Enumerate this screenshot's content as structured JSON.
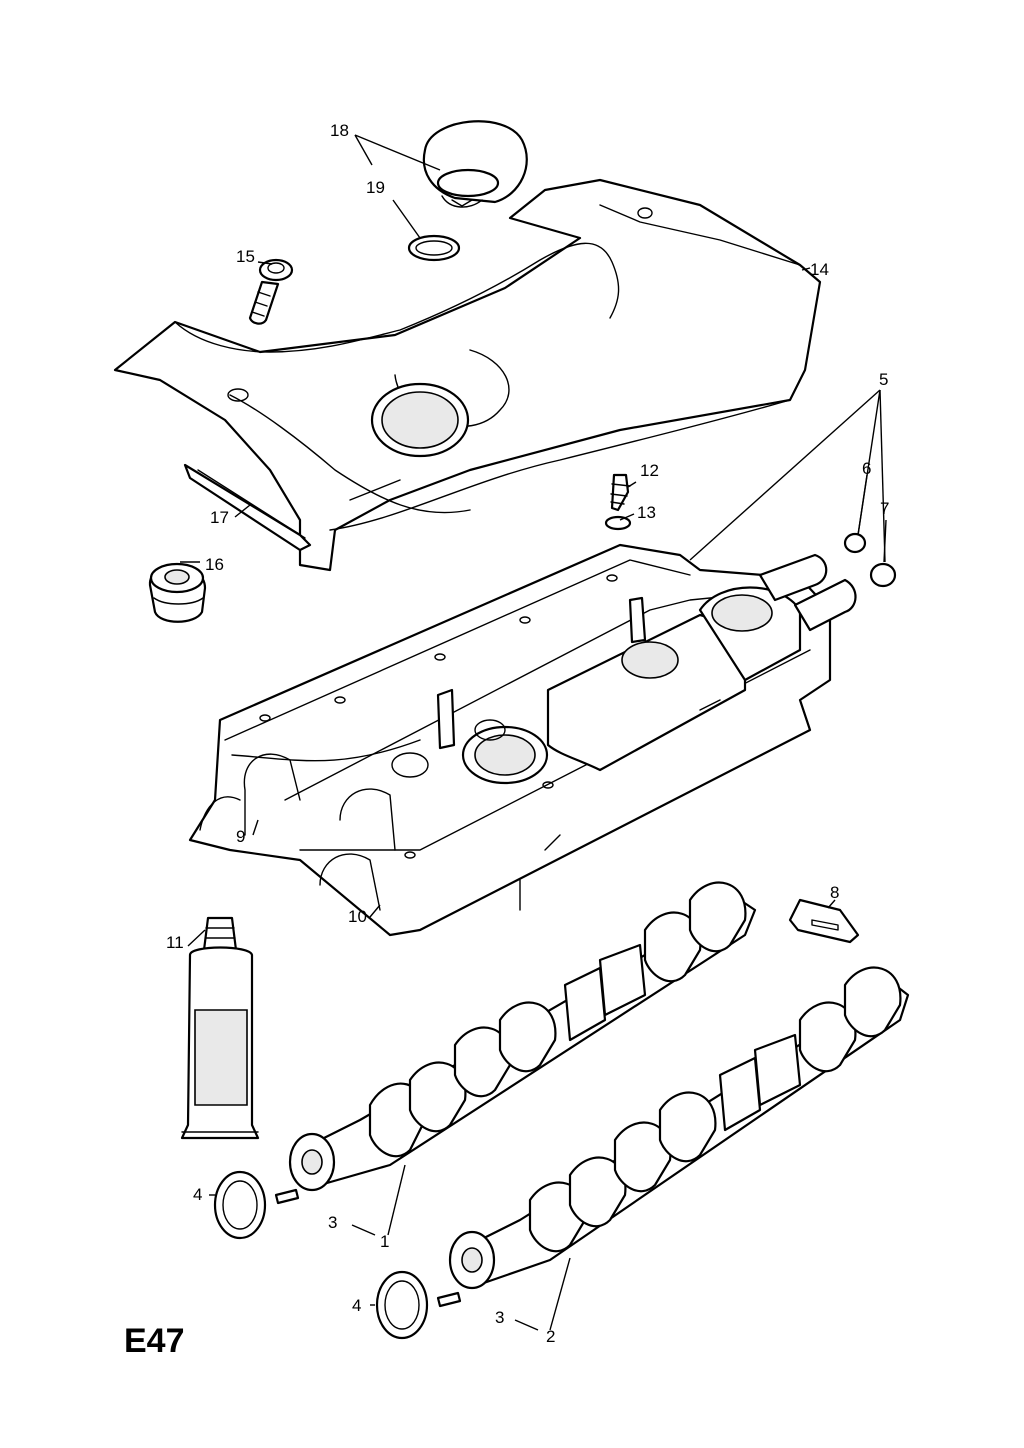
{
  "diagram_code": "E47",
  "callouts": [
    {
      "id": "c18",
      "text": "18"
    },
    {
      "id": "c19",
      "text": "19"
    },
    {
      "id": "c15",
      "text": "15"
    },
    {
      "id": "c14",
      "text": "14"
    },
    {
      "id": "c5",
      "text": "5"
    },
    {
      "id": "c6",
      "text": "6"
    },
    {
      "id": "c7",
      "text": "7"
    },
    {
      "id": "c12",
      "text": "12"
    },
    {
      "id": "c13",
      "text": "13"
    },
    {
      "id": "c17",
      "text": "17"
    },
    {
      "id": "c16",
      "text": "16"
    },
    {
      "id": "c9",
      "text": "9"
    },
    {
      "id": "c10",
      "text": "10"
    },
    {
      "id": "c8",
      "text": "8"
    },
    {
      "id": "c11",
      "text": "11"
    },
    {
      "id": "c4a",
      "text": "4"
    },
    {
      "id": "c3a",
      "text": "3"
    },
    {
      "id": "c1",
      "text": "1"
    },
    {
      "id": "c4b",
      "text": "4"
    },
    {
      "id": "c3b",
      "text": "3"
    },
    {
      "id": "c2",
      "text": "2"
    }
  ]
}
